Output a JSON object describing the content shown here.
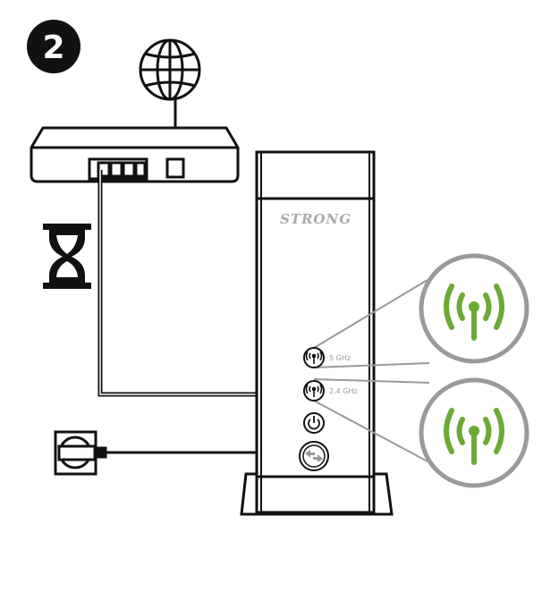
{
  "step_number": "2",
  "brand_logo": "STRONG",
  "leds": [
    {
      "label": "5 GHz",
      "icon": "wifi-antenna-icon"
    },
    {
      "label": "2.4 GHz",
      "icon": "wifi-antenna-icon"
    }
  ],
  "buttons": [
    {
      "icon": "power-icon"
    },
    {
      "icon": "wps-icon"
    }
  ],
  "colors": {
    "signal": "#6aaa35",
    "callout": "#9a9a9a",
    "line": "#111111"
  }
}
